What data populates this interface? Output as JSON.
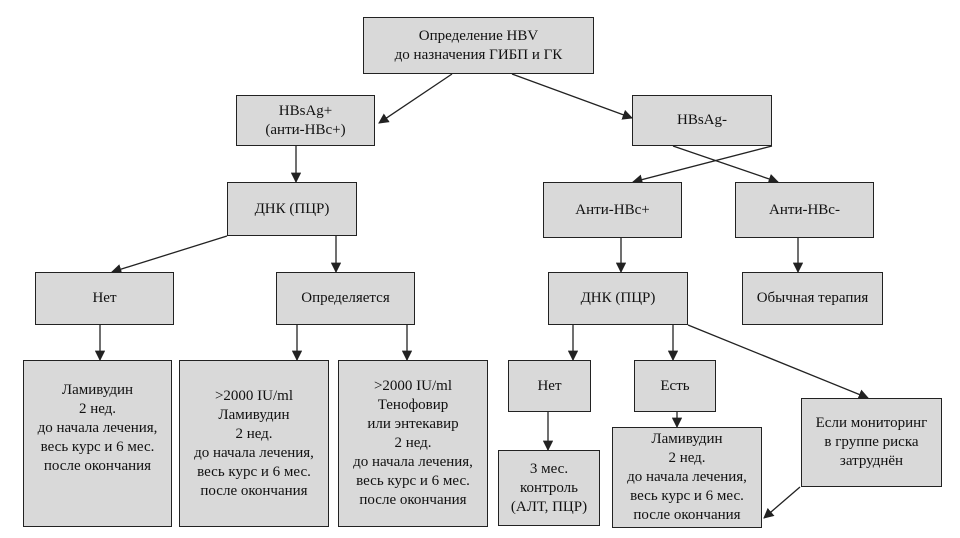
{
  "diagram": {
    "root": "Определение HBV\nдо назначения ГИБП и ГК",
    "hbsag_pos": "HBsAg+\n(анти-HBc+)",
    "hbsag_neg": "HBsAg-",
    "dna_left": "ДНК (ПЦР)",
    "anti_hbc_pos": "Анти-HBc+",
    "anti_hbc_neg": "Анти-HBc-",
    "no_left": "Нет",
    "detected": "Определяется",
    "dna_right": "ДНК (ПЦР)",
    "usual_therapy": "Обычная терапия",
    "lamivudine_left": "Ламивудин\n2 нед.\nдо начала лечения,\nвесь курс и 6 мес.\nпосле окончания",
    "high_lamivudine": ">2000 IU/ml\nЛамивудин\n2 нед.\nдо начала лечения,\nвесь курс и 6 мес.\nпосле окончания",
    "high_tenofovir": ">2000 IU/ml\nТенофовир\nили энтекавир\n2 нед.\nдо начала лечения,\nвесь курс и 6 мес.\nпосле окончания",
    "no_right": "Нет",
    "yes_right": "Есть",
    "monitoring": "Если мониторинг\nв группе риска\nзатруднён",
    "control": "3 мес.\nконтроль\n(АЛТ, ПЦР)",
    "lamivudine_right": "Ламивудин\n2 нед.\nдо начала лечения,\nвесь курс и 6 мес.\nпосле окончания"
  },
  "colors": {
    "box_fill": "#d9d9d9",
    "line": "#222222"
  }
}
